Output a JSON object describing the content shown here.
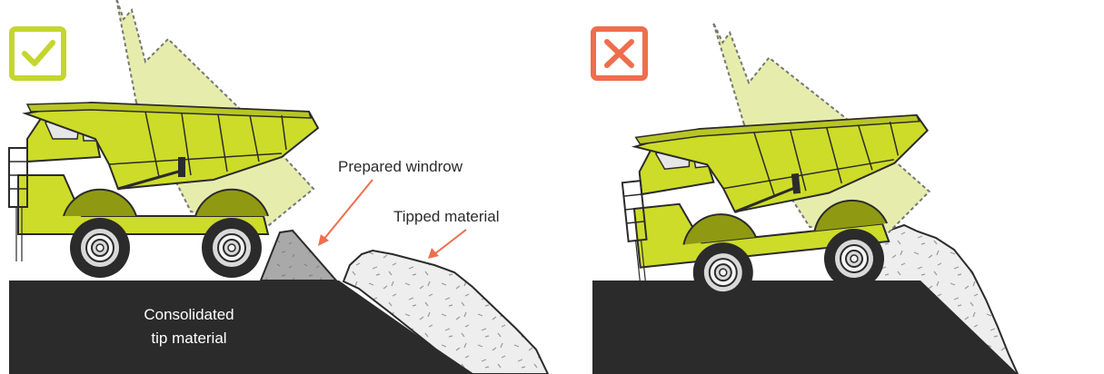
{
  "panels": [
    {
      "id": "correct",
      "status_icon": "checkmark-icon",
      "status_color": "#c4d62e",
      "truck_position": "on-consolidated-ground-behind-windrow"
    },
    {
      "id": "incorrect",
      "status_icon": "cross-icon",
      "status_color": "#ee6e4d",
      "truck_position": "wheels-on-tipped-material-no-windrow"
    }
  ],
  "labels": {
    "prepared_windrow": "Prepared windrow",
    "tipped_material": "Tipped material",
    "consolidated_line1": "Consolidated",
    "consolidated_line2": "tip material"
  },
  "colors": {
    "truck_body": "#cddc28",
    "truck_dark": "#8f9a12",
    "ground": "#2b2b2b",
    "windrow": "#a9a9a9",
    "tipped": "#eeeeee",
    "arrow": "#ee6e4d",
    "tipping_arc": "#e6edac"
  }
}
